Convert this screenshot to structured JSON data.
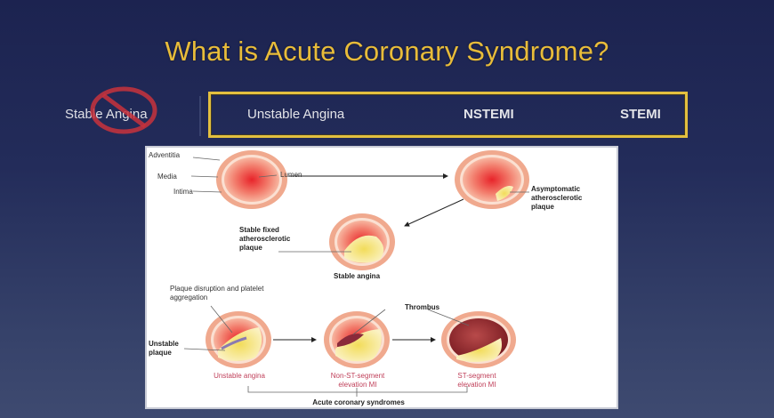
{
  "slide": {
    "title": "What is Acute Coronary Syndrome?",
    "excluded_item": {
      "label": "Stable Angina",
      "icon": "prohibited-sign-icon"
    },
    "acs_categories": [
      {
        "label": "Unstable Angina"
      },
      {
        "label": "NSTEMI"
      },
      {
        "label": "STEMI"
      }
    ],
    "colors": {
      "title": "#e8bc3a",
      "box_border": "#e3bf3f",
      "background": "#232c5a",
      "prohibit": "#c8323c"
    }
  },
  "diagram": {
    "vessel_layers": {
      "adventitia": "Adventitia",
      "media": "Media",
      "intima": "Intima",
      "lumen": "Lumen"
    },
    "asymptomatic": "Asymptomatic atherosclerotic plaque",
    "stable_plaque": "Stable fixed atherosclerotic plaque",
    "stable_angina": "Stable angina",
    "plaque_disruption": "Plaque disruption and platelet aggregation",
    "unstable_plaque": "Unstable plaque",
    "thrombus": "Thrombus",
    "outcomes": [
      {
        "label": "Unstable angina"
      },
      {
        "label": "Non-ST-segment elevation MI"
      },
      {
        "label": "ST-segment elevation MI"
      }
    ],
    "group_label": "Acute coronary syndromes"
  }
}
